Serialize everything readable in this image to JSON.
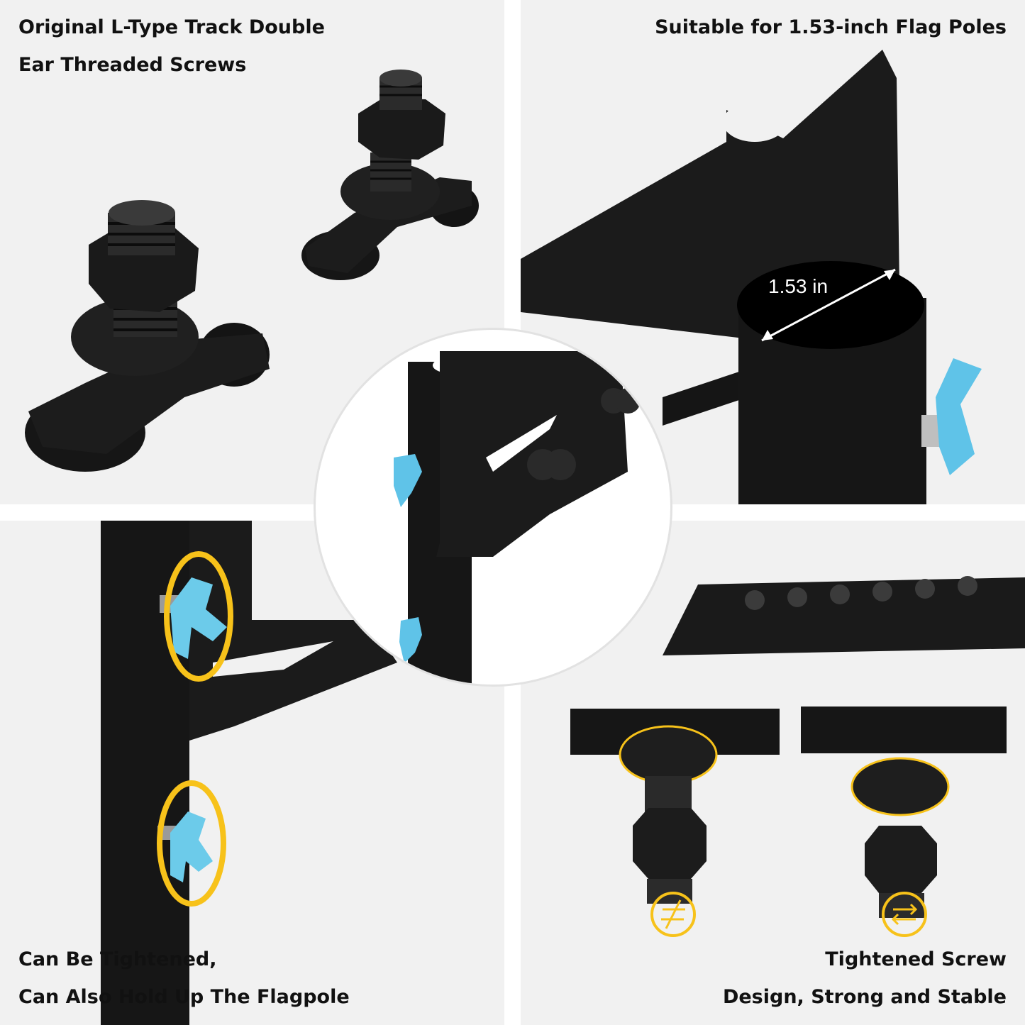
{
  "captions": {
    "top_left": [
      "Original L-Type Track Double",
      "Ear Threaded Screws"
    ],
    "top_right": [
      "Suitable for 1.53-inch Flag Poles"
    ],
    "bottom_left": [
      "Can Be Tightened,",
      "Can Also Hold Up The Flagpole"
    ],
    "bottom_right": [
      "Tightened Screw",
      "Design, Strong and Stable"
    ]
  },
  "dimension_label": "1.53 in",
  "colors": {
    "panel_bg": "#f1f1f1",
    "metal_black": "#121212",
    "knob_blue": "#5fc3e8",
    "accent_yellow": "#f7c21a"
  },
  "icons": {
    "not_equal_symbol": "not-equal-icon",
    "equal_arrows_symbol": "equilibrium-icon"
  }
}
